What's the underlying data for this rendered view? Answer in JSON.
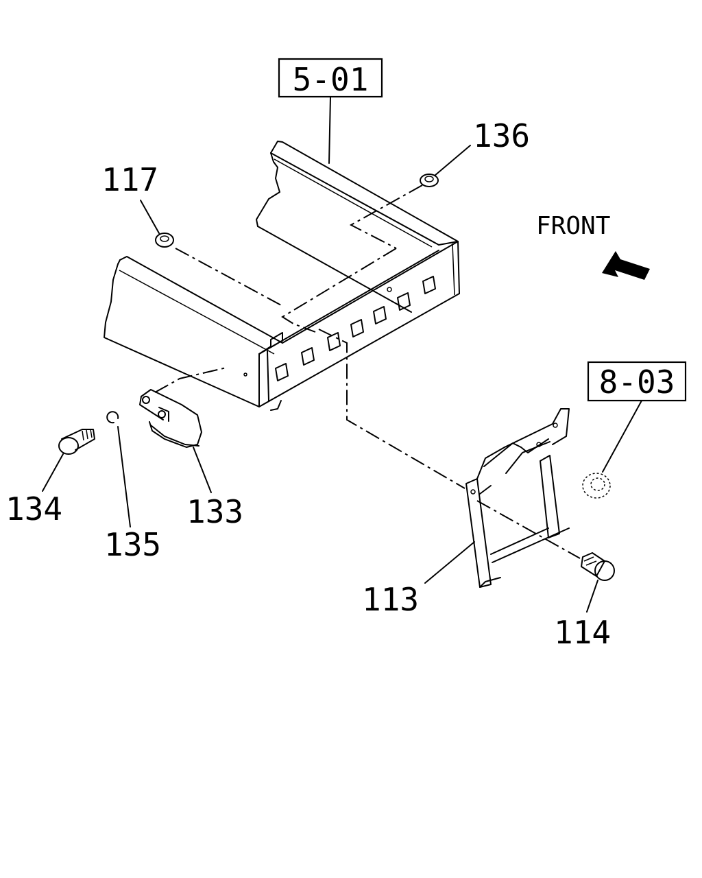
{
  "refs": [
    {
      "id": "ref-5-01",
      "text": "5-01"
    },
    {
      "id": "ref-8-03",
      "text": "8-03"
    }
  ],
  "front_label": "FRONT",
  "callouts": {
    "p136": "136",
    "p117": "117",
    "p134": "134",
    "p135": "135",
    "p133": "133",
    "p113": "113",
    "p114": "114"
  },
  "icons": {
    "front_arrow": "front-arrow-icon"
  },
  "colors": {
    "line": "#000000",
    "background": "#ffffff"
  }
}
